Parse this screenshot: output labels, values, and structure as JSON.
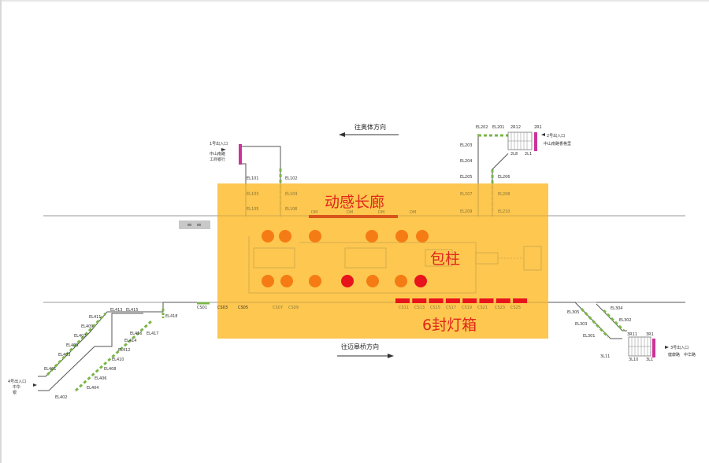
{
  "directions": {
    "top": "往奥体方向",
    "bottom": "往迈皋桥方向"
  },
  "overlay_labels": {
    "corridor": "动感长廊",
    "pillar": "包柱",
    "lightbox": "6封灯箱"
  },
  "exits": {
    "exit1": {
      "name": "1号出入口",
      "line1": "中山南路",
      "line2": "工商银行"
    },
    "exit2": {
      "name": "2号出入口",
      "line1": "中山南路香格里"
    },
    "exit3": {
      "name": "3号出入口",
      "line1": "健康路",
      "line2": "中华路"
    },
    "exit4": {
      "name": "4号出入口",
      "line1": "中华",
      "line2": "银"
    }
  },
  "labels": {
    "el_upper_left": [
      "EL101",
      "EL102",
      "EL103",
      "EL104",
      "EL105",
      "EL106"
    ],
    "el_upper_right": [
      "EL202",
      "EL201",
      "2R12",
      "2R1",
      "EL203",
      "EL204",
      "EL205",
      "EL206",
      "EL207",
      "EL208",
      "EL209",
      "EL210"
    ],
    "stair_upper_right": [
      "2L8",
      "2L1"
    ],
    "el_lower_left": [
      "EL413",
      "EL415",
      "EL411",
      "EL409",
      "EL407",
      "EL405",
      "EL403",
      "EL401",
      "EL402",
      "EL404",
      "EL406",
      "EL408",
      "EL410",
      "EL412",
      "EL414",
      "EL416",
      "EL417",
      "EL418"
    ],
    "el_lower_right": [
      "EL305",
      "EL304",
      "EL303",
      "EL302",
      "EL301",
      "3R11",
      "3R1",
      "3L11",
      "3L10",
      "3L1"
    ],
    "cs_lower": [
      "CS01",
      "CS03",
      "CS05",
      "CS07",
      "CS09",
      "CS11",
      "CS13",
      "CS15",
      "CS17",
      "CS19",
      "CS21",
      "CS23",
      "CS25"
    ],
    "dm": [
      "DM",
      "DM",
      "DM",
      "DM"
    ]
  },
  "colors": {
    "overlay": "#fdc13d",
    "dot_orange": "#f57c14",
    "dot_red": "#e8141b",
    "red_bar": "#e8141b",
    "corridor_bar": "#d9541a",
    "label_red": "#e0261b",
    "stairs_green": "#7ab648",
    "magenta": "#cc3399"
  },
  "dots": [
    {
      "color": "orange"
    },
    {
      "color": "orange"
    },
    {
      "color": "orange"
    },
    {
      "color": "orange"
    },
    {
      "color": "orange"
    },
    {
      "color": "orange"
    },
    {
      "color": "orange"
    },
    {
      "color": "orange"
    },
    {
      "color": "orange"
    },
    {
      "color": "red"
    },
    {
      "color": "orange"
    },
    {
      "color": "orange"
    },
    {
      "color": "red"
    }
  ],
  "lightbox_count": 8
}
